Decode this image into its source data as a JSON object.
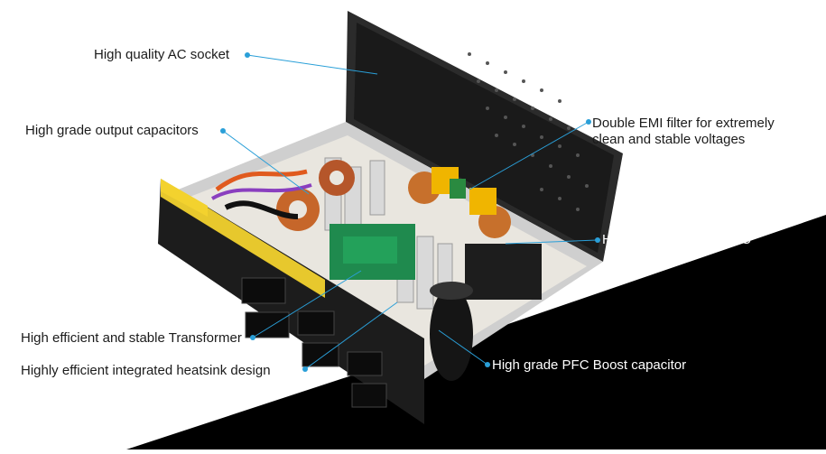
{
  "callouts": {
    "ac_socket": "High quality AC socket",
    "output_caps": "High grade output capacitors",
    "emi_filter_line1": "Double EMI filter for extremely",
    "emi_filter_line2": "clean and stable voltages",
    "active_pfc": "High efficient Active PFC",
    "transformer": "High efficient and stable Transformer",
    "heatsink": "Highly efficient integrated heatsink design",
    "pfc_boost_cap": "High grade PFC Boost capacitor"
  },
  "colors": {
    "accent_line": "#2a9fd8",
    "dark_band": "#000000",
    "warning_label": "#f2d22e"
  }
}
